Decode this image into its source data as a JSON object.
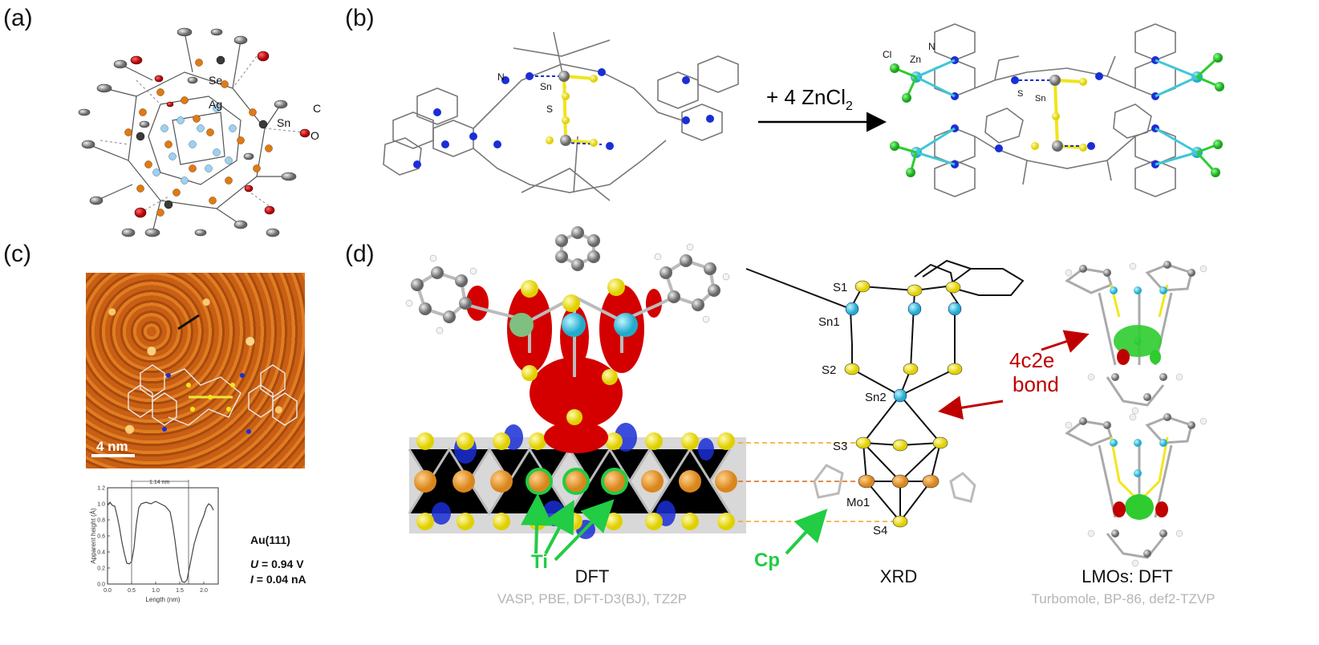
{
  "panels": {
    "a": "(a)",
    "b": "(b)",
    "c": "(c)",
    "d": "(d)"
  },
  "panel_a": {
    "labels": {
      "se": "Se",
      "ag": "Ag",
      "sn": "Sn",
      "c": "C",
      "o": "O"
    }
  },
  "panel_b": {
    "reaction": {
      "prefix": "+ 4 ZnCl",
      "subscript": "2"
    },
    "left_labels": {
      "n": "N",
      "sn": "Sn",
      "s": "S"
    },
    "right_labels": {
      "cl": "Cl",
      "zn": "Zn",
      "n": "N",
      "s": "S",
      "sn": "Sn"
    }
  },
  "panel_c": {
    "scalebar": "4 nm",
    "profile": {
      "ylabel": "Apparent height (Å)",
      "xlabel": "Length (nm)",
      "yticks": [
        "0.0",
        "0.2",
        "0.4",
        "0.6",
        "0.8",
        "1.0",
        "1.2"
      ],
      "xticks": [
        "0.0",
        "0.5",
        "1.0",
        "1.5",
        "2.0"
      ],
      "annotation": "1.14 nm"
    },
    "conditions": {
      "surface": "Au(111)",
      "u_label": "U",
      "u_value": " = 0.94 V",
      "i_label": "I",
      "i_value": " = 0.04 nA"
    }
  },
  "panel_d": {
    "dft": {
      "title": "DFT",
      "method": "VASP, PBE, DFT-D3(BJ), TZ2P",
      "ti": "Ti"
    },
    "xrd": {
      "title": "XRD",
      "cp": "Cp",
      "atoms": [
        "S1",
        "Sn1",
        "S2",
        "Sn2",
        "S3",
        "Mo1",
        "S4"
      ]
    },
    "lmo": {
      "title": "LMOs: DFT",
      "method": "Turbomole, BP-86, def2-TZVP",
      "bond_line1": "4c2e",
      "bond_line2": "bond"
    }
  },
  "colors": {
    "arrow_red": "#c00000",
    "ti_green": "#22cc44",
    "orange_dash": "#f2a41c",
    "gray_text": "#b5b5b5",
    "s_yellow": "#f2e61a",
    "n_blue": "#1a2ed6",
    "sn_cyan": "#3fc7d6",
    "mo_orange": "#e0620f",
    "o_red": "#cc1111"
  },
  "chart_data": {
    "type": "line",
    "title": "",
    "xlabel": "Length (nm)",
    "ylabel": "Apparent height (Å)",
    "xlim": [
      0,
      2.3
    ],
    "ylim": [
      0,
      1.2
    ],
    "series": [
      {
        "x": [
          0.0,
          0.05,
          0.1,
          0.15,
          0.2,
          0.25,
          0.3,
          0.35,
          0.4,
          0.45,
          0.5,
          0.55,
          0.6,
          0.65,
          0.7,
          0.8,
          0.9,
          1.0,
          1.1,
          1.2,
          1.3,
          1.35,
          1.4,
          1.45,
          1.5,
          1.55,
          1.6,
          1.65,
          1.7,
          1.8,
          1.9,
          2.0,
          2.05,
          2.1,
          2.15,
          2.2
        ],
        "y": [
          0.98,
          1.02,
          0.98,
          0.97,
          0.85,
          0.7,
          0.52,
          0.38,
          0.26,
          0.25,
          0.28,
          0.45,
          0.75,
          0.95,
          1.0,
          1.02,
          1.0,
          1.03,
          1.0,
          0.97,
          0.9,
          0.75,
          0.55,
          0.32,
          0.12,
          0.03,
          0.02,
          0.05,
          0.2,
          0.5,
          0.7,
          0.85,
          0.95,
          1.0,
          0.98,
          0.92
        ]
      }
    ]
  }
}
